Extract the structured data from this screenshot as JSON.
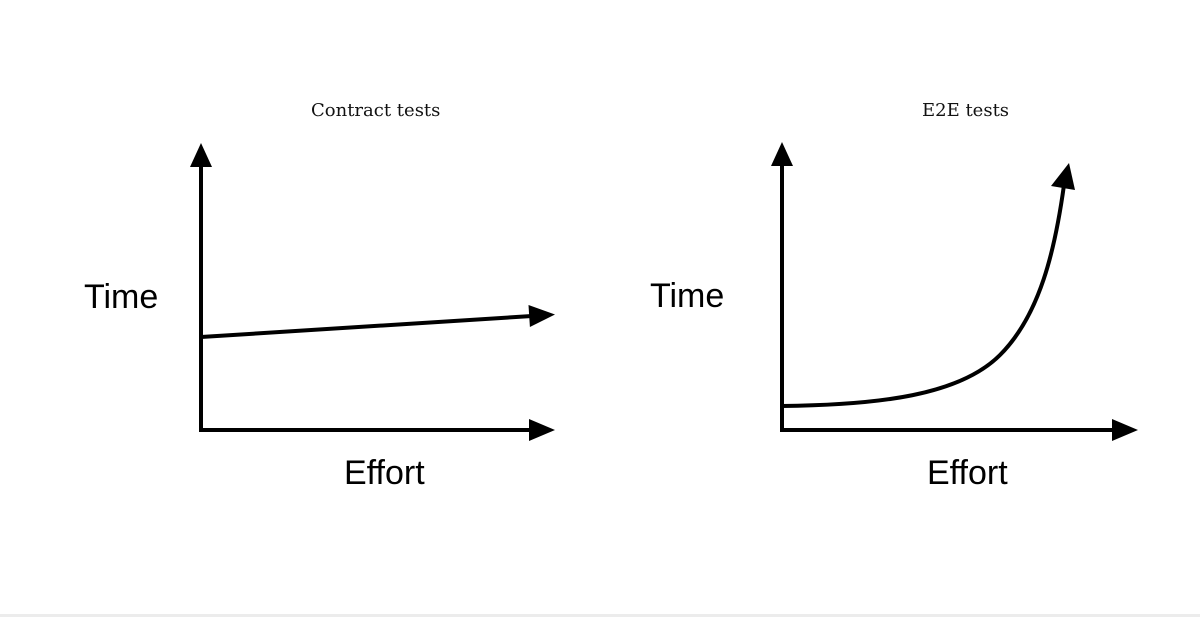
{
  "chart_data": [
    {
      "type": "line",
      "title": "Contract tests",
      "xlabel": "Effort",
      "ylabel": "Time",
      "series": [
        {
          "name": "Contract tests",
          "shape": "linear, slight upward slope",
          "x": [
            0,
            1
          ],
          "y": [
            0.32,
            0.4
          ]
        }
      ],
      "grid": false,
      "ticks": false
    },
    {
      "type": "line",
      "title": "E2E tests",
      "xlabel": "Effort",
      "ylabel": "Time",
      "series": [
        {
          "name": "E2E tests",
          "shape": "exponential growth",
          "x": [
            0,
            0.25,
            0.5,
            0.75,
            0.9,
            1
          ],
          "y": [
            0.08,
            0.1,
            0.17,
            0.38,
            0.65,
            0.93
          ]
        }
      ],
      "grid": false,
      "ticks": false
    }
  ],
  "left": {
    "title": "Contract tests",
    "ylabel": "Time",
    "xlabel": "Effort"
  },
  "right": {
    "title": "E2E tests",
    "ylabel": "Time",
    "xlabel": "Effort"
  }
}
